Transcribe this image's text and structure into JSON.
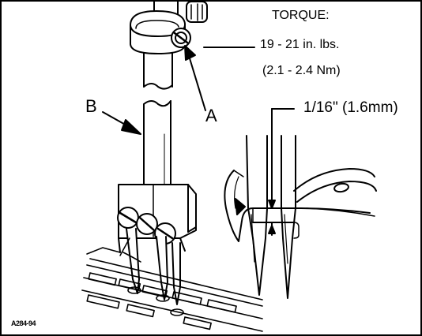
{
  "figure": {
    "figure_id": "A284-94",
    "torque": {
      "heading": "TORQUE:",
      "imperial": "19 - 21 in. lbs.",
      "metric": "(2.1 - 2.4 Nm)"
    },
    "labels": {
      "a": "A",
      "b": "B"
    },
    "clearance": "1/16\" (1.6mm)"
  }
}
